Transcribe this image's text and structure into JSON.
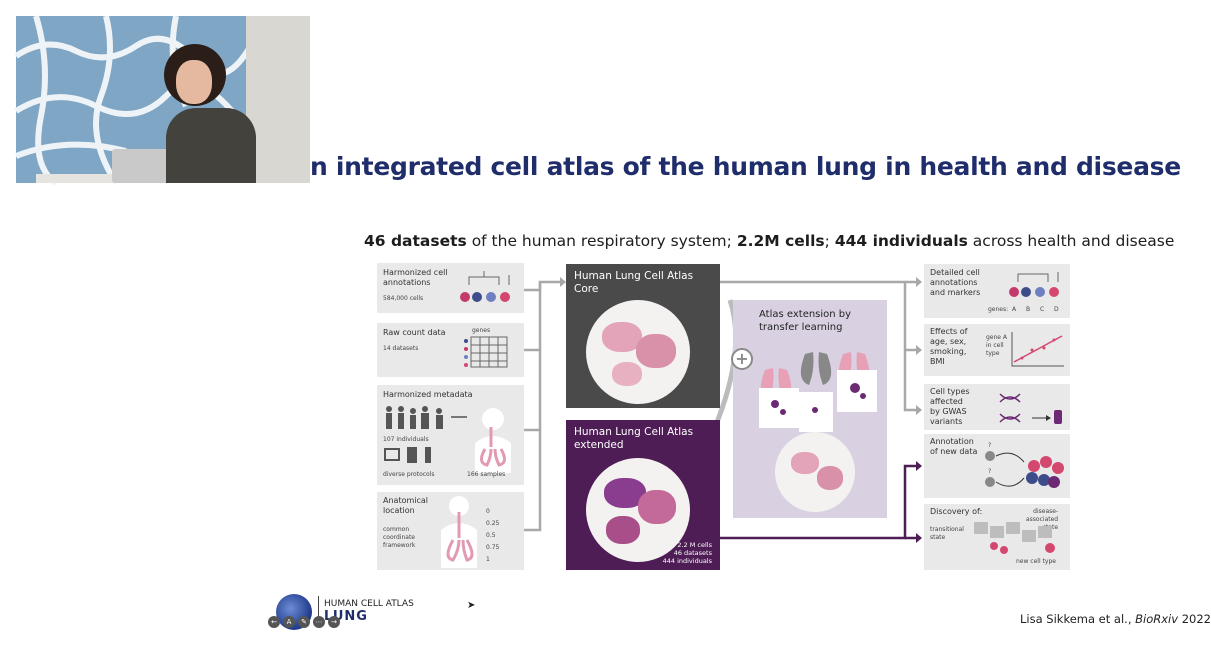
{
  "slide": {
    "title": "n integrated cell atlas of the human lung in health and disease",
    "subtitle_parts": [
      {
        "text": "46 datasets",
        "bold": true
      },
      {
        "text": " of the human respiratory system; ",
        "bold": false
      },
      {
        "text": "2.2M cells",
        "bold": true
      },
      {
        "text": "; ",
        "bold": false
      },
      {
        "text": "444 individuals",
        "bold": true
      },
      {
        "text": " across health and disease",
        "bold": false
      }
    ]
  },
  "figure": {
    "left_panels": {
      "annotations_title": "Harmonized cell\nannotations",
      "annotations_count": "584,000 cells",
      "raw_title": "Raw count data",
      "raw_count": "14 datasets",
      "raw_genes": "genes",
      "metadata_title": "Harmonized metadata",
      "metadata_individuals": "107 individuals",
      "metadata_protocols": "diverse protocols",
      "metadata_samples": "166 samples",
      "location_title": "Anatomical\nlocation",
      "location_sub": "common\ncoordinate\nframework",
      "location_ticks": [
        "0",
        "0.25",
        "0.5",
        "0.75",
        "1"
      ]
    },
    "core_title": "Human Lung Cell Atlas\nCore",
    "extended_title": "Human Lung Cell Atlas\nextended",
    "extended_stats": "2.2 M cells\n46 datasets\n444 individuals",
    "transfer_title": "Atlas extension by\ntransfer learning",
    "plus_symbol": "+",
    "right_panels": {
      "detailed": "Detailed cell\nannotations\nand markers",
      "genes_label": "genes:",
      "gene_letters": [
        "A",
        "B",
        "C",
        "D"
      ],
      "effects": "Effects of\nage, sex,\nsmoking,\nBMI",
      "gene_in_cell": "gene A\nin cell\ntype",
      "gwas": "Cell types\naffected\nby GWAS\nvariants",
      "annotation": "Annotation\nof new data",
      "question": "?",
      "discovery": "Discovery of:",
      "disease_state": "disease-\nassociated\nstate",
      "transitional": "transitional\nstate",
      "new_cell_type": "new cell type"
    }
  },
  "footer": {
    "logo_top": "HUMAN CELL ATLAS",
    "logo_bottom": "LUNG",
    "citation_prefix": "Lisa Sikkema et al., ",
    "citation_journal": "BioRxiv",
    "citation_year": " 2022",
    "controls": [
      "←",
      "A",
      "✎",
      "⋯",
      "→"
    ]
  },
  "colors": {
    "title": "#1f2d6b",
    "core_panel": "#4a4a4a",
    "extended_panel": "#4e1d55",
    "transfer_panel": "#d9d1e2",
    "pink": "#e3a3b8",
    "purple": "#6c2a74"
  }
}
